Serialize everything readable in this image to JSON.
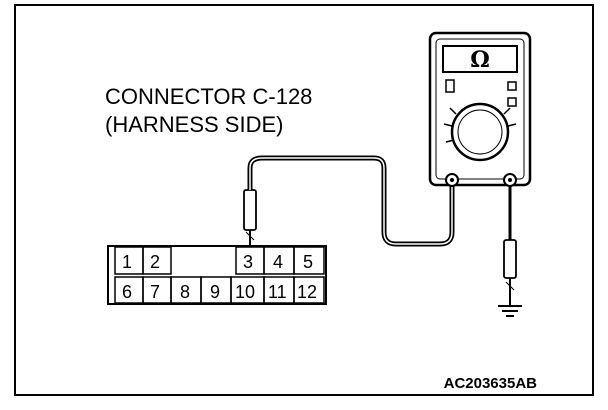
{
  "connector": {
    "title": "CONNECTOR C-128",
    "subtitle": "(HARNESS SIDE)",
    "top_pins": [
      "1",
      "2",
      "3",
      "4",
      "5"
    ],
    "bottom_pins": [
      "6",
      "7",
      "8",
      "9",
      "10",
      "11",
      "12"
    ]
  },
  "meter": {
    "symbol": "Ω"
  },
  "figure_code": "AC203635AB",
  "colors": {
    "ink": "#000000",
    "background": "#ffffff"
  }
}
